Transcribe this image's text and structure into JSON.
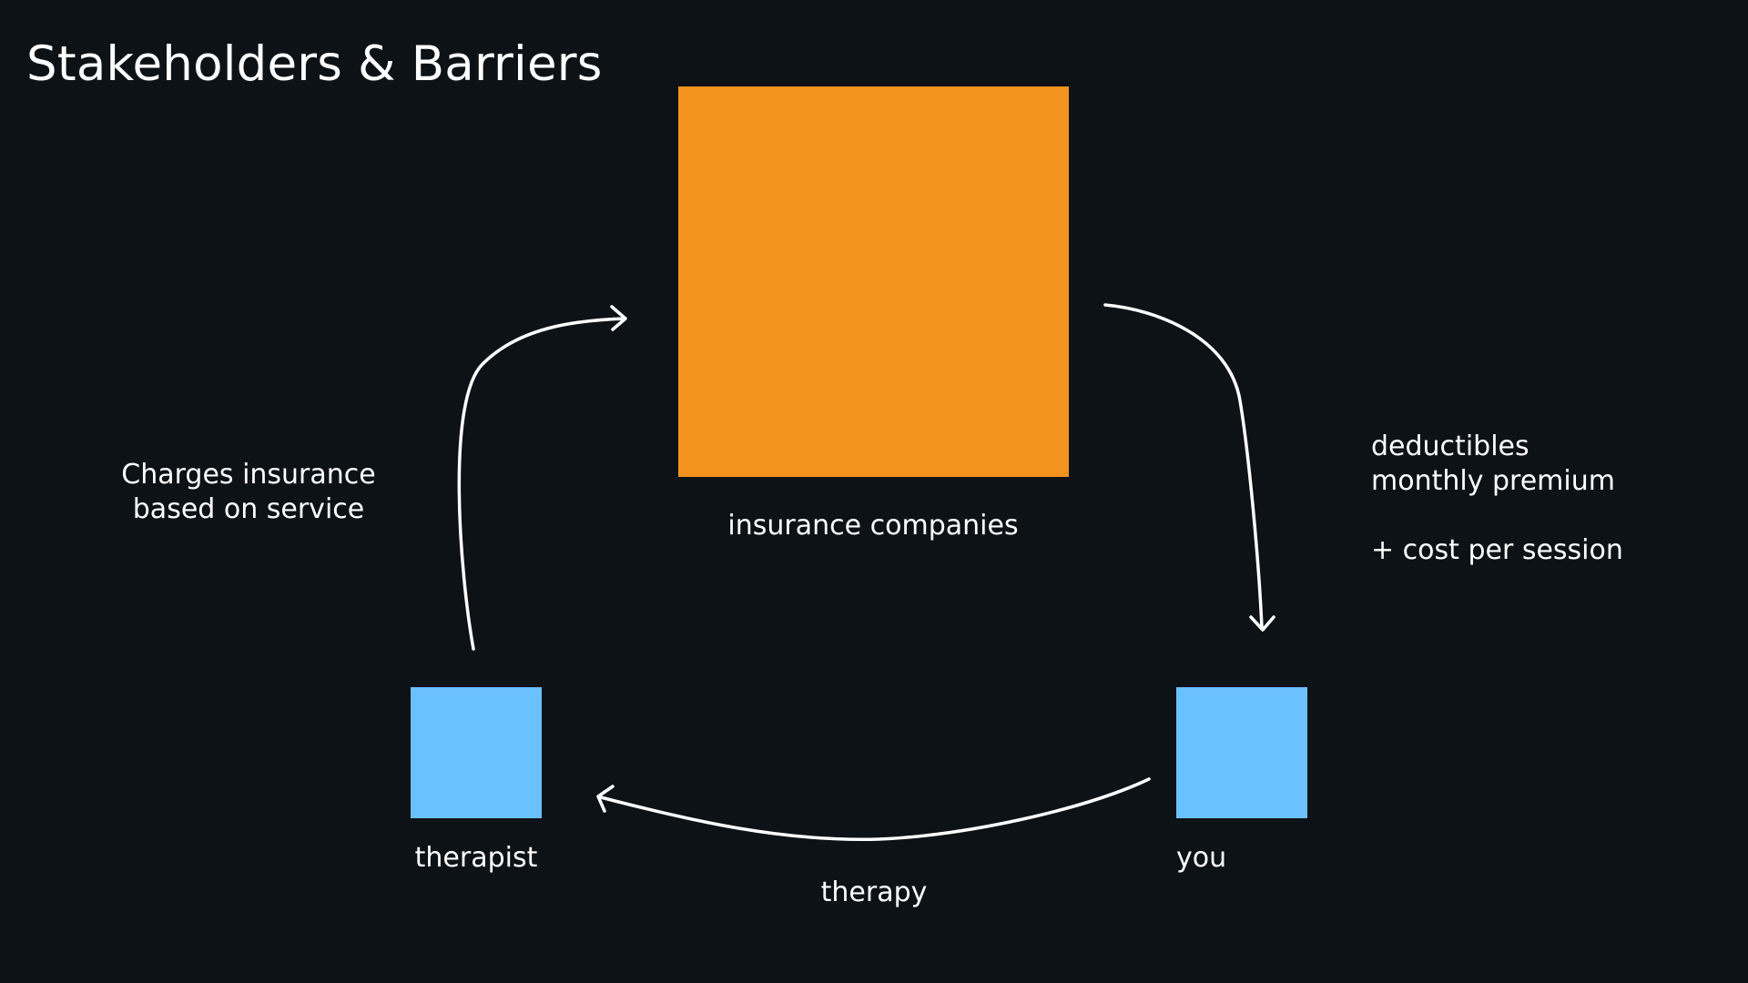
{
  "title": "Stakeholders & Barriers",
  "colors": {
    "background": "#0d1217",
    "insurance_node": "#f3931f",
    "person_node": "#6bc1ff",
    "text": "#ffffff",
    "arrow": "#ffffff"
  },
  "nodes": {
    "insurance": {
      "label": "insurance companies"
    },
    "therapist": {
      "label": "therapist"
    },
    "you": {
      "label": "you"
    }
  },
  "edges": {
    "therapist_to_insurance": {
      "label_lines": [
        "Charges insurance",
        "based on service"
      ]
    },
    "insurance_to_you": {
      "label_lines": [
        "deductibles",
        "monthly premium",
        "",
        "+ cost per session"
      ]
    },
    "you_to_therapist": {
      "label": "therapy"
    }
  }
}
